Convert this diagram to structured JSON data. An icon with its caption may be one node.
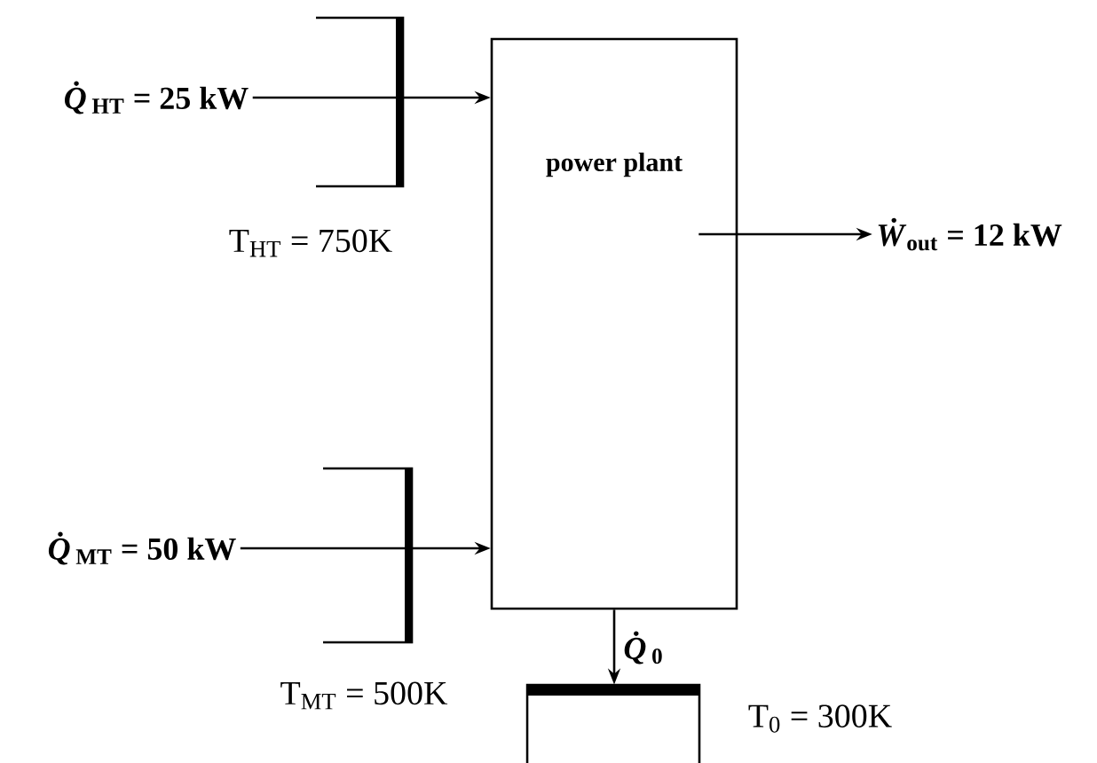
{
  "diagram": {
    "nodes": [
      {
        "text": [
          "*Q̇*$_{HT}$ = 25 kW"
        ]
      },
      {
        "text": [
          "power plant"
        ]
      },
      {
        "text": [
          "*Ẇ*$_{out}$ = 12 kW"
        ]
      },
      {
        "text": [
          "*Q̇*$_{MT}$ = 50 kW"
        ]
      },
      {
        "text": [],
        "shape": "box",
        "beside": [
          "T$_{0}$ = 300K"
        ]
      }
    ],
    "edges": [
      {
        "from": 0,
        "to": 1,
        "arrow": "to"
      },
      {
        "from": 1,
        "to": 2,
        "arrow": "to"
      },
      {
        "from": 3,
        "to": 1,
        "arrow": "to"
      },
      {
        "from": 1,
        "to": 4,
        "arrow": "to",
        "label": "*Q̇*$_{0}$"
      }
    ],
    "labels": [
      "T$_{HT}$ = 750K",
      "T$_{MT}$ = 500K"
    ]
  }
}
